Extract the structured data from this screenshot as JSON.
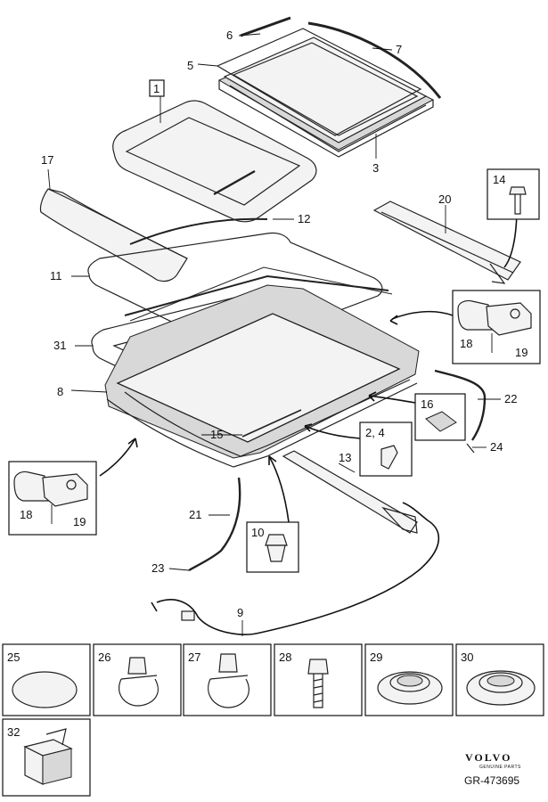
{
  "callouts": {
    "c1": "1",
    "c2_4": "2, 4",
    "c3": "3",
    "c5": "5",
    "c6": "6",
    "c7": "7",
    "c8": "8",
    "c9": "9",
    "c10": "10",
    "c11": "11",
    "c12": "12",
    "c13": "13",
    "c14": "14",
    "c15": "15",
    "c16": "16",
    "c17": "17",
    "c18a": "18",
    "c18b": "18",
    "c19a": "19",
    "c19b": "19",
    "c20": "20",
    "c21": "21",
    "c22": "22",
    "c23": "23",
    "c24": "24",
    "c31": "31"
  },
  "parts_grid": [
    {
      "label": "25"
    },
    {
      "label": "26"
    },
    {
      "label": "27"
    },
    {
      "label": "28"
    },
    {
      "label": "29"
    },
    {
      "label": "30"
    },
    {
      "label": "32"
    }
  ],
  "brand": {
    "name": "VOLVO",
    "sub": "GENUINE PARTS"
  },
  "doc_id": "GR-473695"
}
